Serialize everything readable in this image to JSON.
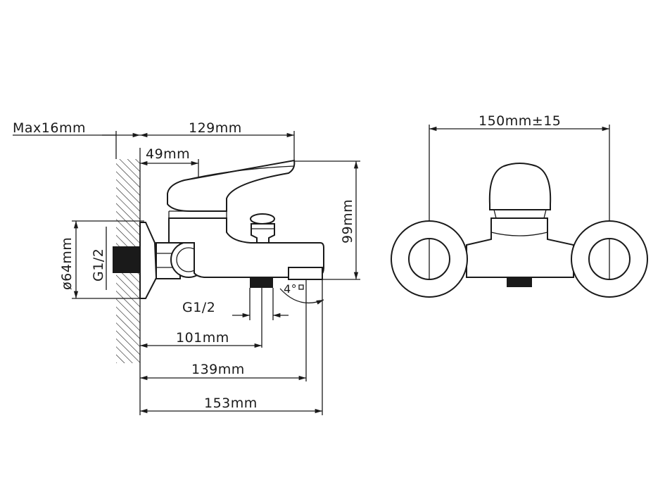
{
  "labels": {
    "wall_max": "Max16mm",
    "top_width": "129mm",
    "lever_offset": "49mm",
    "height": "99mm",
    "flange_diameter": "ø64mm",
    "inlet_thread": "G1/2",
    "outlet_thread": "G1/2",
    "dist_outlet": "101mm",
    "dist_spout": "139mm",
    "total_depth": "153mm",
    "angle": "4°",
    "center_distance": "150mm±15"
  }
}
